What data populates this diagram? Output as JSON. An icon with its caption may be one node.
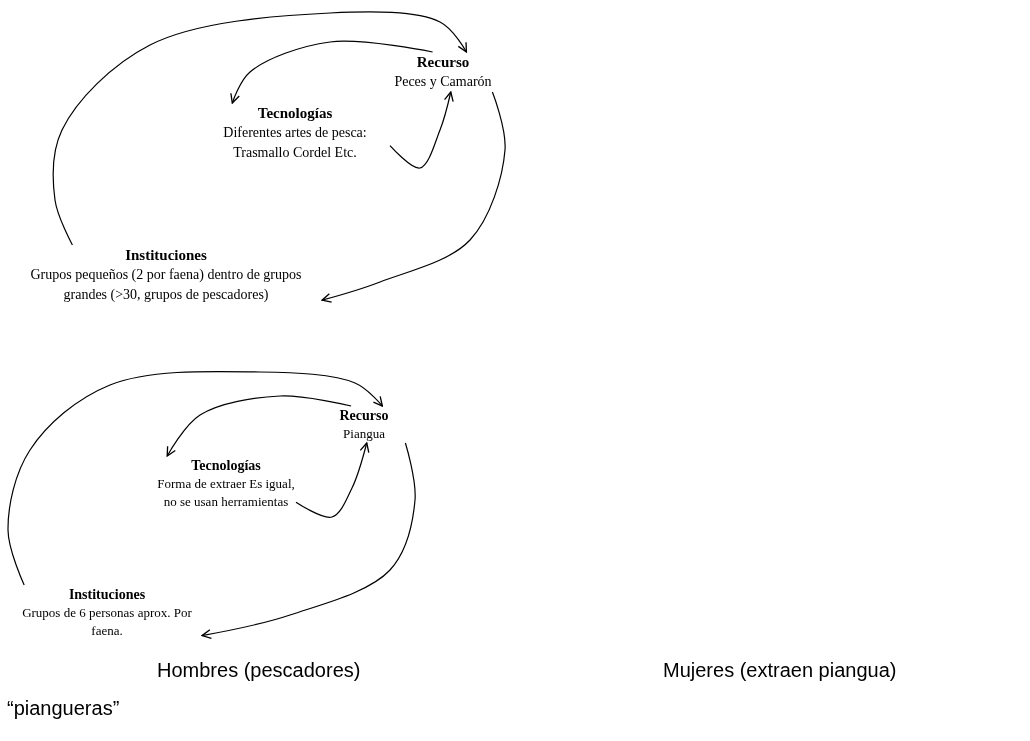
{
  "diagram": {
    "nodes": [
      {
        "text": [
          "Recurso",
          "Peces y Camarón"
        ]
      },
      {
        "text": [
          "Tecnologías",
          "Diferentes artes de pesca: Trasmallo Cordel Etc."
        ]
      },
      {
        "text": [
          "Instituciones",
          "Grupos pequeños (2 por faena) dentro de grupos grandes (>30, grupos de pescadores)"
        ]
      },
      {
        "text": [
          "Recurso",
          "Piangua"
        ]
      },
      {
        "text": [
          "Tecnologías",
          "Forma de extraer Es igual, no se usan herramientas"
        ]
      },
      {
        "text": [
          "Instituciones",
          "Grupos de 6 personas aprox. Por faena."
        ]
      }
    ],
    "edges": [
      {
        "from": 2,
        "to": 0,
        "arrow": "to"
      },
      {
        "from": 0,
        "to": 1,
        "arrow": "to"
      },
      {
        "from": 1,
        "to": 0,
        "arrow": "to"
      },
      {
        "from": 0,
        "to": 2,
        "arrow": "to"
      },
      {
        "from": 5,
        "to": 3,
        "arrow": "to"
      },
      {
        "from": 3,
        "to": 4,
        "arrow": "to"
      },
      {
        "from": 4,
        "to": 3,
        "arrow": "to"
      },
      {
        "from": 3,
        "to": 5,
        "arrow": "to"
      }
    ],
    "labels": [
      "Hombres (pescadores)",
      "Mujeres (extraen piangua)",
      "“piangueras”"
    ]
  }
}
